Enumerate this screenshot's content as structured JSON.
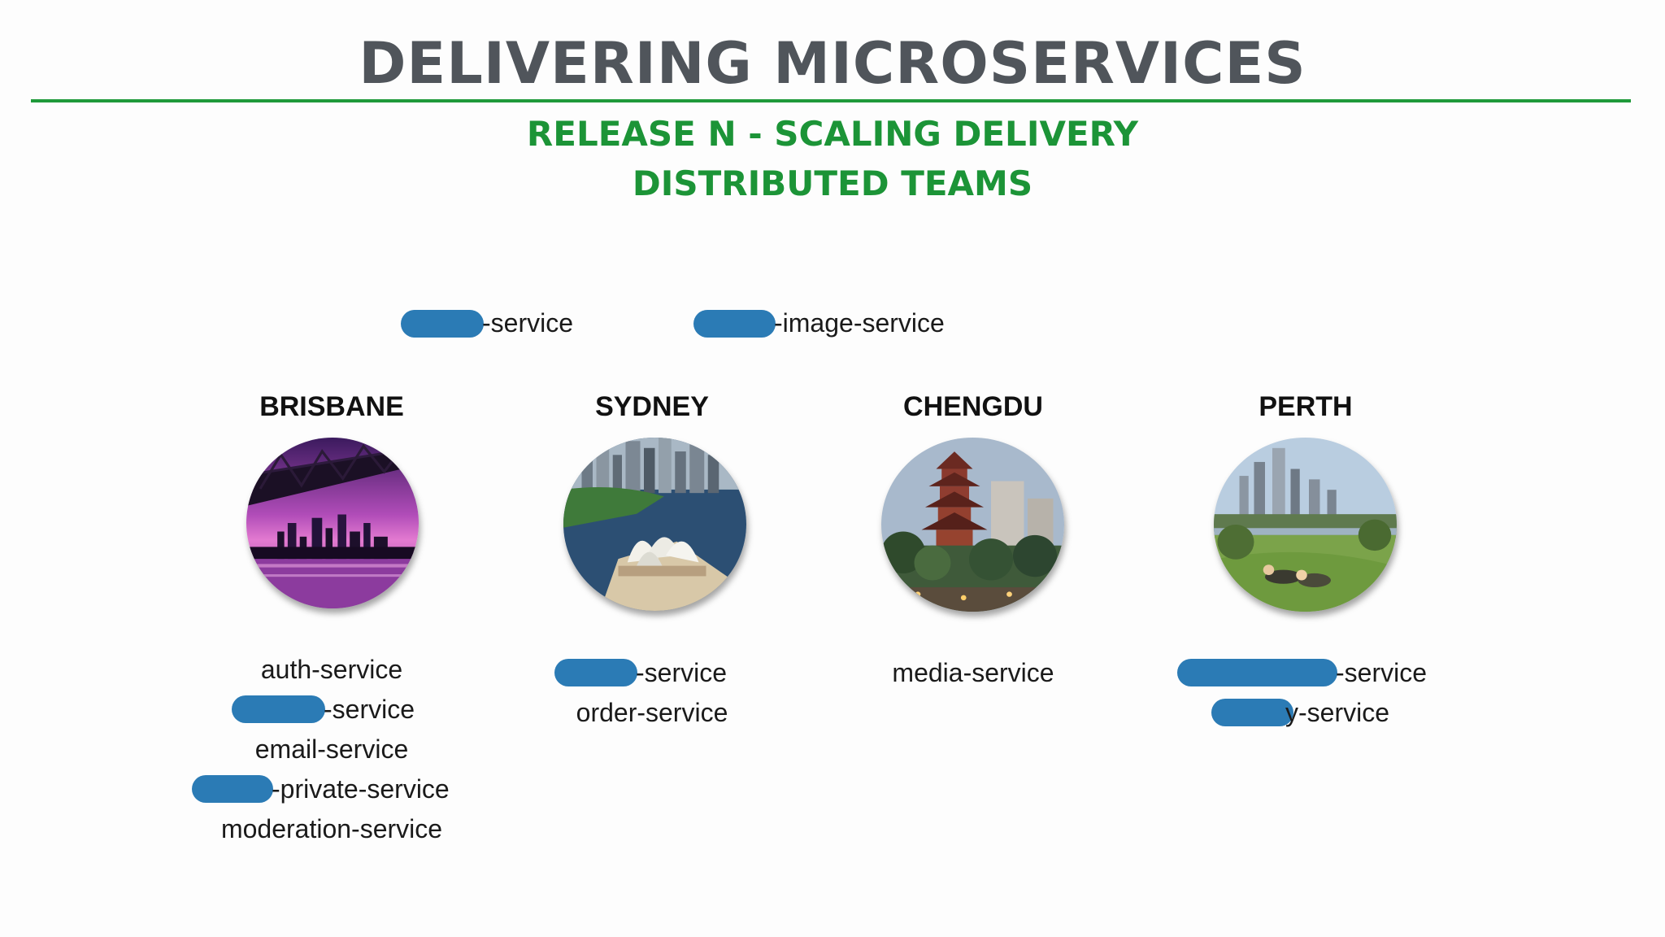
{
  "title": "DELIVERING MICROSERVICES",
  "subtitle_line1": "RELEASE N - SCALING DELIVERY",
  "subtitle_line2": "DISTRIBUTED TEAMS",
  "shared_services": [
    {
      "text": "-service",
      "redacted": true
    },
    {
      "text": "-image-service",
      "redacted": true
    }
  ],
  "locations": [
    {
      "name": "BRISBANE",
      "photo": "brisbane-skyline-photo",
      "services": [
        "auth-service",
        "-service",
        "email-service",
        "-private-service",
        "moderation-service"
      ]
    },
    {
      "name": "SYDNEY",
      "photo": "sydney-opera-house-photo",
      "services": [
        "-service",
        "order-service"
      ]
    },
    {
      "name": "CHENGDU",
      "photo": "chengdu-pagoda-photo",
      "services": [
        "media-service"
      ]
    },
    {
      "name": "PERTH",
      "photo": "perth-park-photo",
      "services": [
        "-service",
        "y-service"
      ]
    }
  ],
  "colors": {
    "title": "#50555b",
    "accent_green": "#1c9437",
    "redaction_blue": "#2b7bb5"
  }
}
